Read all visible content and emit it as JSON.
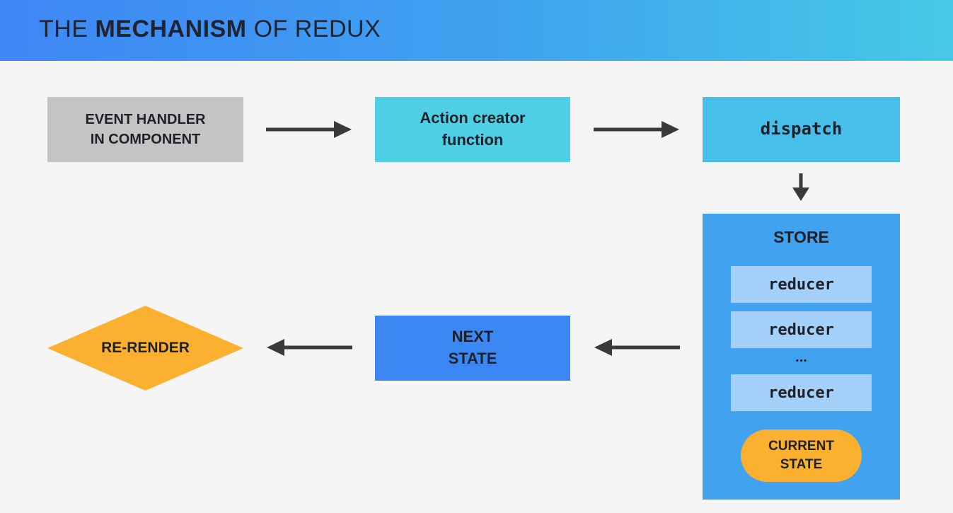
{
  "header": {
    "title_part1": "THE ",
    "title_part2": "MECHANISM",
    "title_part3": " OF REDUX"
  },
  "nodes": {
    "event_handler": "EVENT HANDLER\nIN COMPONENT",
    "action_creator": "Action creator\nfunction",
    "dispatch": "dispatch",
    "store": {
      "label": "STORE",
      "reducers": [
        "reducer",
        "reducer",
        "reducer"
      ],
      "ellipsis": "...",
      "current_state": "CURRENT\nSTATE"
    },
    "next_state": "NEXT\nSTATE",
    "re_render": "RE-RENDER"
  },
  "colors": {
    "header_gradient": [
      "#3f86f6",
      "#46c9e6"
    ],
    "event_handler": "#c4c4c4",
    "action_creator": "#4ecfe3",
    "dispatch": "#47bfe8",
    "store": "#41a3ef",
    "reducer": "#a5d0fa",
    "next_state": "#3b88f5",
    "current_state": "#fbb02f",
    "re_render": "#fbb02f",
    "arrow": "#3a3a3a"
  }
}
